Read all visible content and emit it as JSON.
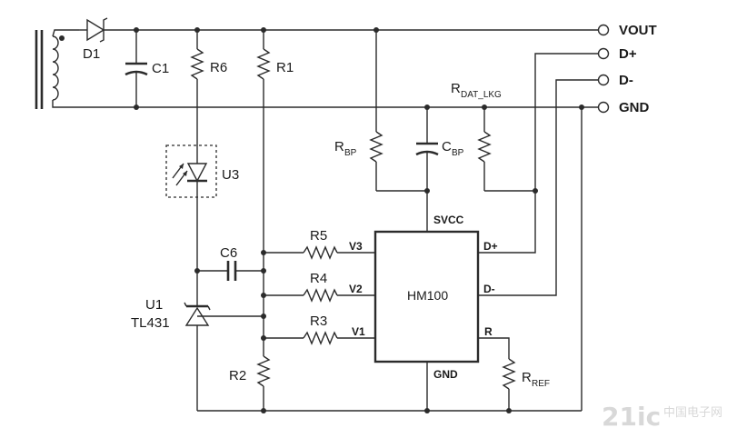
{
  "terminals": {
    "vout": "VOUT",
    "dplus": "D+",
    "dminus": "D-",
    "gnd": "GND"
  },
  "components": {
    "d1": "D1",
    "c1": "C1",
    "r6": "R6",
    "r1": "R1",
    "u3": "U3",
    "c6": "C6",
    "u1": "U1",
    "u1_part": "TL431",
    "r2": "R2",
    "r5": "R5",
    "r4": "R4",
    "r3": "R3",
    "rbp_main": "R",
    "rbp_sub": "BP",
    "cbp_main": "C",
    "cbp_sub": "BP",
    "rdat_main": "R",
    "rdat_sub": "DAT_LKG",
    "rref_main": "R",
    "rref_sub": "REF"
  },
  "chip": {
    "name": "HM100",
    "pins": {
      "svcc": "SVCC",
      "v3": "V3",
      "v2": "V2",
      "v1": "V1",
      "dplus": "D+",
      "dminus": "D-",
      "r": "R",
      "gnd": "GND"
    }
  },
  "watermark": {
    "logo": "21ic",
    "tagline": "中国电子网"
  }
}
